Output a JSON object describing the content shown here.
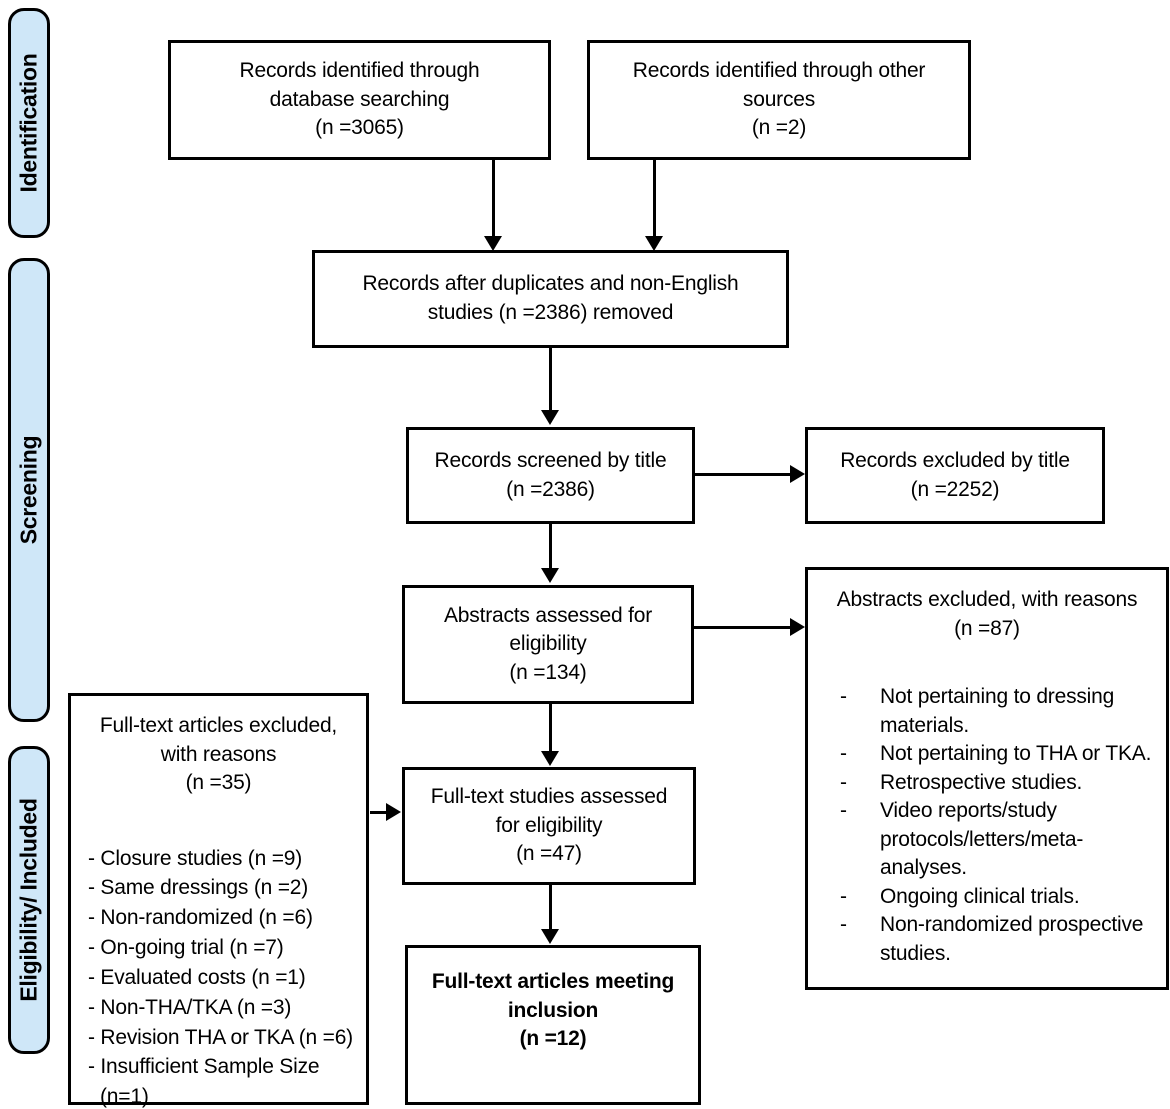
{
  "diagram": {
    "type": "prisma-flow",
    "accent_fill": "#cfe7f8",
    "line_color": "#000000"
  },
  "sidebar": {
    "items": [
      {
        "label": "Identification"
      },
      {
        "label": "Screening"
      },
      {
        "label": "Eligibility/ Included"
      }
    ]
  },
  "boxes": {
    "db_search": {
      "lines": [
        "Records identified through",
        "database searching",
        "(n =3065)"
      ]
    },
    "other_sources": {
      "lines": [
        "Records identified through other",
        "sources",
        "(n =2)"
      ]
    },
    "duplicates_removed": {
      "lines": [
        "Records after duplicates and non-English",
        "studies (n =2386) removed"
      ]
    },
    "screened_by_title": {
      "lines": [
        "Records screened by title",
        "(n =2386)"
      ]
    },
    "excluded_by_title": {
      "lines": [
        "Records excluded by title",
        "(n =2252)"
      ]
    },
    "abstracts_assessed": {
      "lines": [
        "Abstracts assessed for",
        "eligibility",
        "(n =134)"
      ]
    },
    "abstracts_excluded": {
      "header_lines": [
        "Abstracts excluded, with reasons",
        "(n =87)"
      ],
      "bullet": "-",
      "reasons": [
        "Not pertaining to dressing materials.",
        "Not pertaining to THA or TKA.",
        "Retrospective studies.",
        "Video reports/study protocols/letters/meta-analyses.",
        "Ongoing clinical trials.",
        "Non-randomized prospective studies."
      ]
    },
    "fulltext_excluded": {
      "header_lines": [
        "Full-text articles excluded,",
        "with reasons",
        "(n =35)"
      ],
      "reasons": [
        "- Closure studies (n =9)",
        "- Same dressings (n =2)",
        "- Non-randomized (n =6)",
        "- On-going trial (n =7)",
        "- Evaluated costs (n =1)",
        "- Non-THA/TKA (n =3)",
        "- Revision THA or TKA (n =6)",
        "- Insufficient Sample Size (n=1)"
      ]
    },
    "fulltext_assessed": {
      "lines": [
        "Full-text studies assessed",
        "for eligibility",
        "(n =47)"
      ]
    },
    "included": {
      "lines": [
        "Full-text articles meeting",
        "inclusion",
        "(n =12)"
      ]
    }
  }
}
